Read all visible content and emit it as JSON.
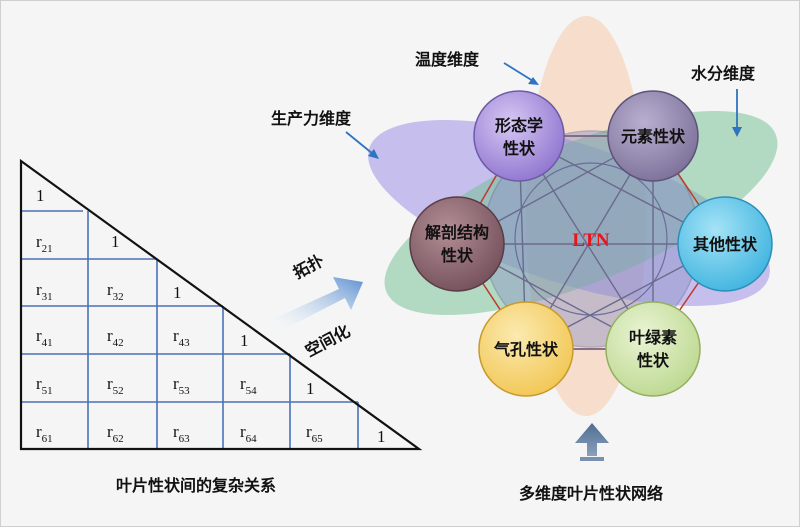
{
  "matrix": {
    "rows": [
      [
        {
          "b": "1",
          "s": ""
        }
      ],
      [
        {
          "b": "r",
          "s": "21"
        },
        {
          "b": "1",
          "s": ""
        }
      ],
      [
        {
          "b": "r",
          "s": "31"
        },
        {
          "b": "r",
          "s": "32"
        },
        {
          "b": "1",
          "s": ""
        }
      ],
      [
        {
          "b": "r",
          "s": "41"
        },
        {
          "b": "r",
          "s": "42"
        },
        {
          "b": "r",
          "s": "43"
        },
        {
          "b": "1",
          "s": ""
        }
      ],
      [
        {
          "b": "r",
          "s": "51"
        },
        {
          "b": "r",
          "s": "52"
        },
        {
          "b": "r",
          "s": "53"
        },
        {
          "b": "r",
          "s": "54"
        },
        {
          "b": "1",
          "s": ""
        }
      ],
      [
        {
          "b": "r",
          "s": "61"
        },
        {
          "b": "r",
          "s": "62"
        },
        {
          "b": "r",
          "s": "63"
        },
        {
          "b": "r",
          "s": "64"
        },
        {
          "b": "r",
          "s": "65"
        },
        {
          "b": "1",
          "s": ""
        }
      ]
    ],
    "caption": "叶片性状间的复杂关系"
  },
  "arrow": {
    "top_label": "拓扑",
    "bottom_label": "空间化"
  },
  "network": {
    "center_label": "LTN",
    "caption": "多维度叶片性状网络",
    "dimensions": {
      "temperature": "温度维度",
      "water": "水分维度",
      "productivity": "生产力维度"
    },
    "nodes": {
      "morphology": [
        "形态学",
        "性状"
      ],
      "element": [
        "元素性状"
      ],
      "anatomy": [
        "解剖结构",
        "性状"
      ],
      "other": [
        "其他性状"
      ],
      "stomata": [
        "气孔性状"
      ],
      "chlorophyll": [
        "叶绿素",
        "性状"
      ]
    }
  },
  "colors": {
    "grid_line": "#4a72b8",
    "center_text": "#e8141b",
    "hexagon_edge": "#c0392b",
    "morphology": "#a78fd8",
    "element": "#8e82b0",
    "anatomy": "#8a6570",
    "other": "#62c4e8",
    "stomata": "#f7d679",
    "chlorophyll": "#cfe3a8"
  }
}
